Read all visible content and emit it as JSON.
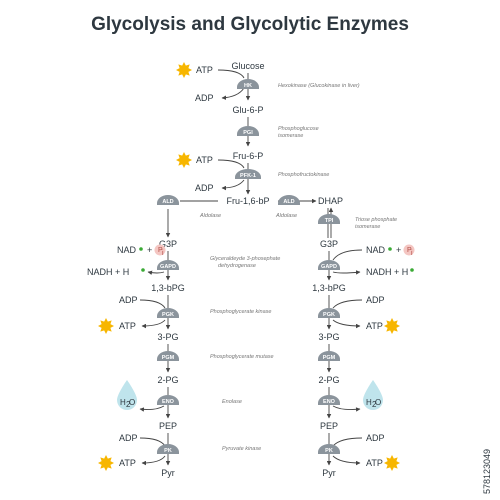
{
  "title": "Glycolysis and Glycolytic Enzymes",
  "watermark_id": "578123049",
  "labels": {
    "glucose": "Glucose",
    "atp": "ATP",
    "adp": "ADP",
    "glu6p": "Glu-6-P",
    "fru6p": "Fru-6-P",
    "fru16bp": "Fru-1,6-bP",
    "dhap": "DHAP",
    "g3p": "G3P",
    "nad": "NAD",
    "plus": "+",
    "pi": "P",
    "pi_sub": "i",
    "nadh": "NADH + H",
    "bpg13": "1,3-bPG",
    "pg3": "3-PG",
    "pg2": "2-PG",
    "pep": "PEP",
    "pyr": "Pyr",
    "h2o_h": "H",
    "h2o_2": "2",
    "h2o_o": "O"
  },
  "enzymes": {
    "hk": "HK",
    "pgi": "PGI",
    "pfk": "PFK-1",
    "ald": "ALD",
    "tpi": "TPI",
    "gapd": "GAPD",
    "pgk": "PGK",
    "pgm": "PGM",
    "eno": "ENO",
    "pk": "PK"
  },
  "enzyme_names": {
    "hk": "Hexokinase (Glucokinase in liver)",
    "pgi_1": "Phosphoglucose",
    "pgi_2": "isomerase",
    "pfk": "Phosphofructokinase",
    "ald": "Aldolase",
    "tpi_1": "Triose phosphate",
    "tpi_2": "isomerase",
    "gapd_1": "Glyceraldeyde 3-phosephate",
    "gapd_2": "dehydrogenase",
    "pgk": "Phosphoglycerate kinase",
    "pgm": "Phosphoglycerate mutase",
    "eno": "Enolase",
    "pk": "Pyruvate kinase"
  },
  "colors": {
    "title": "#2e3840",
    "enzyme": "#8b949c",
    "atp_star": "#f7b600",
    "nad_dot": "#3aaa35",
    "pi_badge": "#f4c6c2",
    "water_drop": "#bfe4ec"
  },
  "icons": [
    "sun-star-icon",
    "water-drop-icon",
    "phosphate-badge-icon"
  ]
}
